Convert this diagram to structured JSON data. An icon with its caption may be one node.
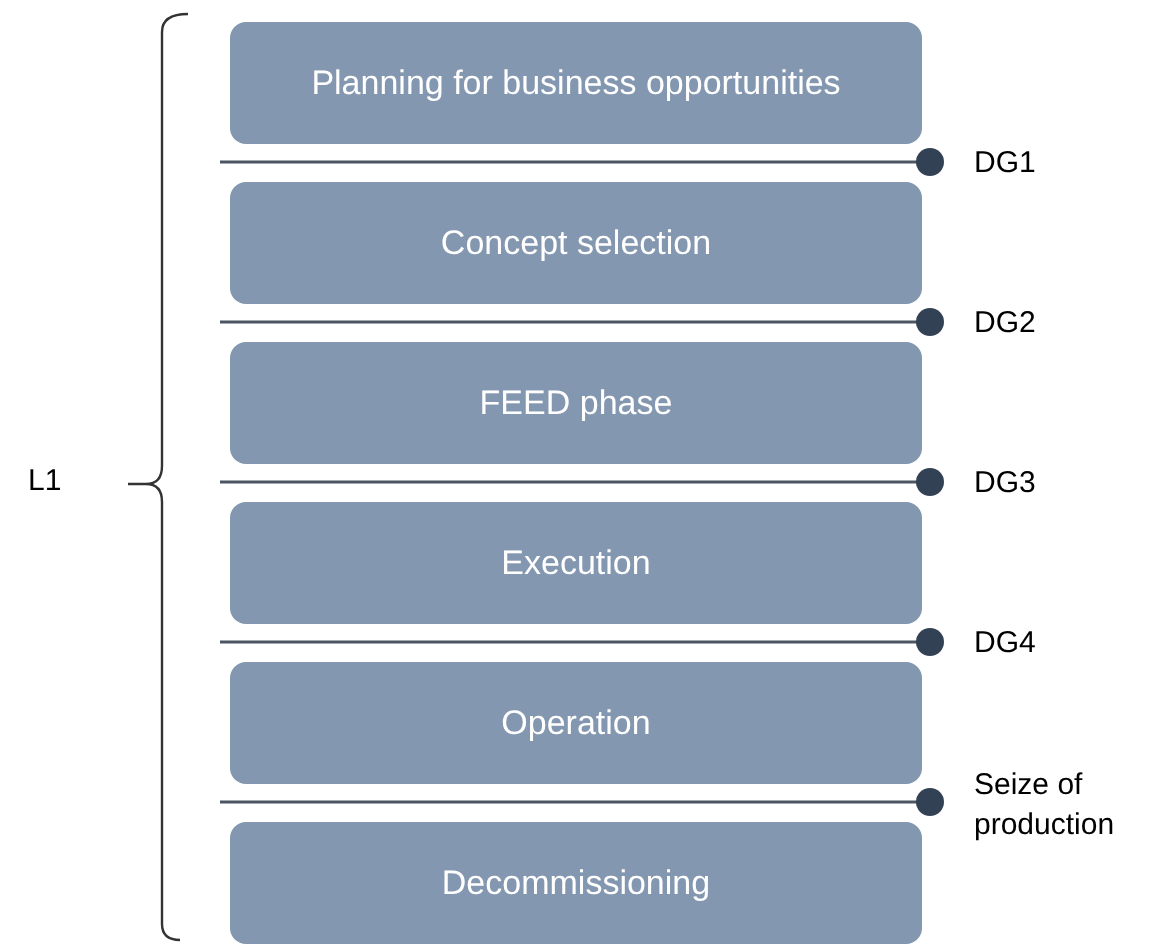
{
  "diagram": {
    "nodes": [
      {
        "text": [
          "Planning for business opportunities"
        ]
      },
      {
        "text": [
          "Concept selection"
        ]
      },
      {
        "text": [
          "FEED phase"
        ]
      },
      {
        "text": [
          "Execution"
        ]
      },
      {
        "text": [
          "Operation"
        ]
      },
      {
        "text": [
          "Decommissioning"
        ]
      }
    ],
    "labels": [
      "DG1",
      "DG2",
      "L1",
      "DG3",
      "DG4",
      "Seize of production"
    ]
  }
}
